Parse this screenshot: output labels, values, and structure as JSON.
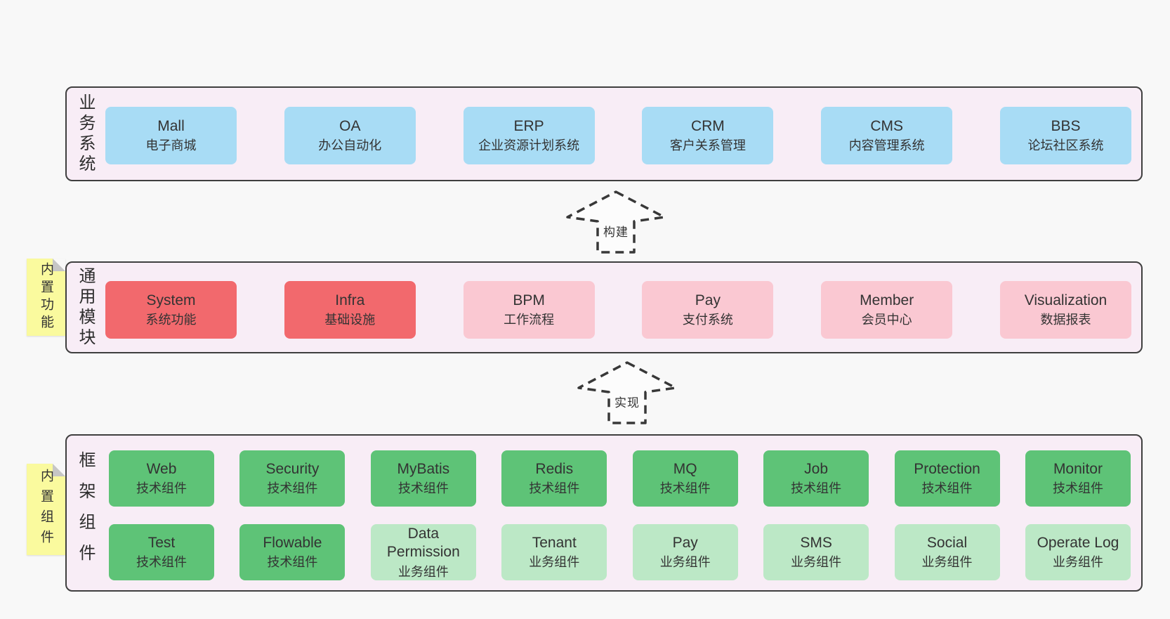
{
  "colors": {
    "page_bg": "#f8f8f8",
    "band_bg": "#f8edf6",
    "band_border": "#3f3f3f",
    "blue": "#a8dcf5",
    "red": "#f2696d",
    "pink": "#fac8d2",
    "green": "#5ec377",
    "light_green": "#bce8c6",
    "sticky_yellow": "#fafa9e",
    "text": "#333333"
  },
  "bands": {
    "business": {
      "label": "业务系统",
      "items": [
        {
          "title": "Mall",
          "subtitle": "电子商城"
        },
        {
          "title": "OA",
          "subtitle": "办公自动化"
        },
        {
          "title": "ERP",
          "subtitle": "企业资源计划系统"
        },
        {
          "title": "CRM",
          "subtitle": "客户关系管理"
        },
        {
          "title": "CMS",
          "subtitle": "内容管理系统"
        },
        {
          "title": "BBS",
          "subtitle": "论坛社区系统"
        }
      ]
    },
    "modules": {
      "sticky": "内置功能",
      "label": "通用模块",
      "items": [
        {
          "title": "System",
          "subtitle": "系统功能"
        },
        {
          "title": "Infra",
          "subtitle": "基础设施"
        },
        {
          "title": "BPM",
          "subtitle": "工作流程"
        },
        {
          "title": "Pay",
          "subtitle": "支付系统"
        },
        {
          "title": "Member",
          "subtitle": "会员中心"
        },
        {
          "title": "Visualization",
          "subtitle": "数据报表"
        }
      ]
    },
    "framework": {
      "sticky": "内置组件",
      "label": "框架组件",
      "row1": [
        {
          "title": "Web",
          "subtitle": "技术组件"
        },
        {
          "title": "Security",
          "subtitle": "技术组件"
        },
        {
          "title": "MyBatis",
          "subtitle": "技术组件"
        },
        {
          "title": "Redis",
          "subtitle": "技术组件"
        },
        {
          "title": "MQ",
          "subtitle": "技术组件"
        },
        {
          "title": "Job",
          "subtitle": "技术组件"
        },
        {
          "title": "Protection",
          "subtitle": "技术组件"
        },
        {
          "title": "Monitor",
          "subtitle": "技术组件"
        }
      ],
      "row2": [
        {
          "title": "Test",
          "subtitle": "技术组件"
        },
        {
          "title": "Flowable",
          "subtitle": "技术组件"
        },
        {
          "title": "Data Permission",
          "subtitle": "业务组件"
        },
        {
          "title": "Tenant",
          "subtitle": "业务组件"
        },
        {
          "title": "Pay",
          "subtitle": "业务组件"
        },
        {
          "title": "SMS",
          "subtitle": "业务组件"
        },
        {
          "title": "Social",
          "subtitle": "业务组件"
        },
        {
          "title": "Operate Log",
          "subtitle": "业务组件"
        }
      ]
    }
  },
  "arrows": {
    "build": "构建",
    "implement": "实现"
  }
}
